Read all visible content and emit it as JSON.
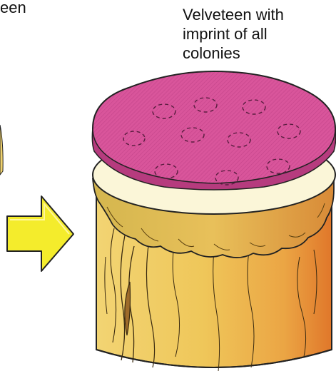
{
  "labels": {
    "top_left_fragment": "een",
    "velveteen_imprint": "Velveteen with\nimprint of all\ncolonies"
  },
  "colors": {
    "velveteen": "#D9559B",
    "velveteen_dark": "#B63B7E",
    "block_wood": "#EFC75A",
    "block_shadow": "#E2832C",
    "arrow_fill": "#F4EC2C",
    "colony_outline": "#5A1E40"
  },
  "diagram": {
    "colony_imprint_count": 10,
    "arrow_direction": "right"
  }
}
